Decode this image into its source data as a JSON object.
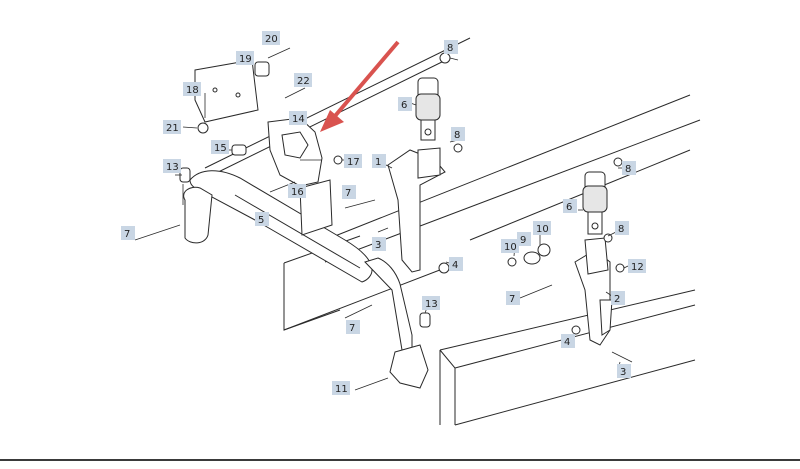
{
  "diagram": {
    "type": "exploded-parts-diagram",
    "part_callouts": [
      {
        "id": "c20",
        "label": "20"
      },
      {
        "id": "c19",
        "label": "19"
      },
      {
        "id": "c18",
        "label": "18"
      },
      {
        "id": "c22",
        "label": "22"
      },
      {
        "id": "c21",
        "label": "21"
      },
      {
        "id": "c14",
        "label": "14"
      },
      {
        "id": "c15",
        "label": "15"
      },
      {
        "id": "c13a",
        "label": "13"
      },
      {
        "id": "c16",
        "label": "16"
      },
      {
        "id": "c17",
        "label": "17"
      },
      {
        "id": "c7a",
        "label": "7"
      },
      {
        "id": "c5",
        "label": "5"
      },
      {
        "id": "c7b",
        "label": "7"
      },
      {
        "id": "c3a",
        "label": "3"
      },
      {
        "id": "c8a",
        "label": "8"
      },
      {
        "id": "c6a",
        "label": "6"
      },
      {
        "id": "c8b",
        "label": "8"
      },
      {
        "id": "c1",
        "label": "1"
      },
      {
        "id": "c4a",
        "label": "4"
      },
      {
        "id": "c8c",
        "label": "8"
      },
      {
        "id": "c6b",
        "label": "6"
      },
      {
        "id": "c10a",
        "label": "10"
      },
      {
        "id": "c9",
        "label": "9"
      },
      {
        "id": "c10b",
        "label": "10"
      },
      {
        "id": "c8d",
        "label": "8"
      },
      {
        "id": "c12",
        "label": "12"
      },
      {
        "id": "c7c",
        "label": "7"
      },
      {
        "id": "c2",
        "label": "2"
      },
      {
        "id": "c13b",
        "label": "13"
      },
      {
        "id": "c7d",
        "label": "7"
      },
      {
        "id": "c4b",
        "label": "4"
      },
      {
        "id": "c3b",
        "label": "3"
      },
      {
        "id": "c11",
        "label": "11"
      }
    ],
    "colors": {
      "callout_fill": "#c9d6e4",
      "arrow": "#d9534f",
      "line": "#2a2a2a"
    }
  }
}
